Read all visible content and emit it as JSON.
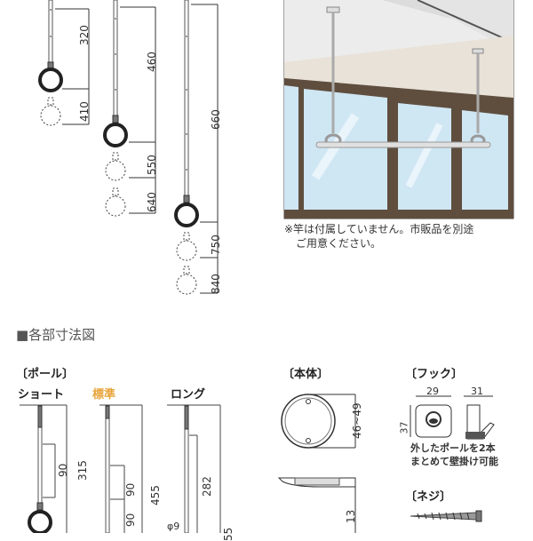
{
  "top_dimensions": {
    "short": [
      "320",
      "410"
    ],
    "standard": [
      "460",
      "550",
      "640"
    ],
    "long": [
      "660",
      "750",
      "840"
    ]
  },
  "note": {
    "line1": "※竿は付属していません。市販品を別途",
    "line2": "ご用意ください。"
  },
  "section_title": "■各部寸法図",
  "pole": {
    "heading": "〔ポール〕",
    "short_label": "ショート",
    "standard_label": "標準",
    "long_label": "ロング",
    "short_dims": [
      "90",
      "315"
    ],
    "standard_dims": [
      "90",
      "455",
      "90"
    ],
    "long_dims": [
      "282",
      "φ9",
      "55"
    ]
  },
  "body_part": {
    "heading": "〔本体〕",
    "dims": [
      "46~49",
      "13"
    ]
  },
  "hook": {
    "heading": "〔フック〕",
    "dims": [
      "29",
      "31",
      "37"
    ],
    "caption_line1": "外したポールを2本",
    "caption_line2": "まとめて壁掛け可能"
  },
  "screw": {
    "heading": "〔ネジ〕"
  },
  "colors": {
    "standard_accent": "#e8a43a",
    "frame": "#6b5a4a",
    "glass": "#cfe6f3"
  }
}
